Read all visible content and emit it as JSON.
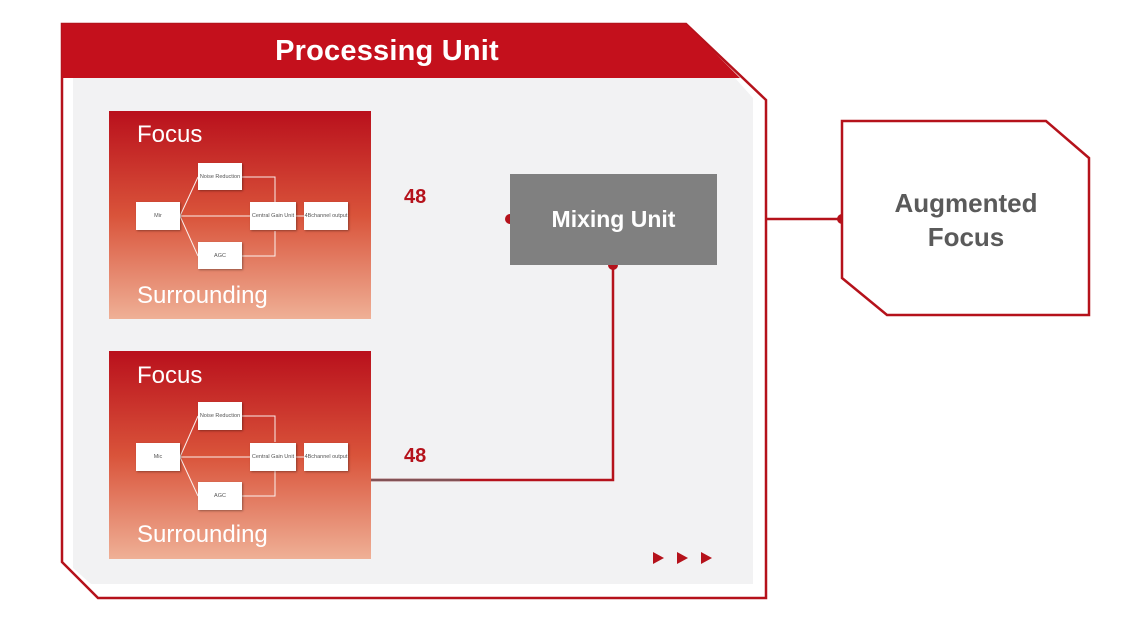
{
  "processing_unit": {
    "title": "Processing Unit"
  },
  "focus_blocks": [
    {
      "focus_label": "Focus",
      "surrounding_label": "Surrounding",
      "nodes": {
        "mic": "Mir",
        "noise": "Noise Reduction",
        "gain": "Central Gain Unit",
        "output": "4Bchannel output",
        "agc": "AGC"
      }
    },
    {
      "focus_label": "Focus",
      "surrounding_label": "Surrounding",
      "nodes": {
        "mic": "Mic",
        "noise": "Noise Reduction",
        "gain": "Central Gain Unit",
        "output": "4Bchannel output",
        "agc": "AGC"
      }
    }
  ],
  "channel_counts": [
    "48",
    "48"
  ],
  "mixing_unit": {
    "label": "Mixing Unit"
  },
  "output": {
    "label": "Augmented\nFocus"
  },
  "colors": {
    "brand_red": "#b5121b",
    "mix_gray": "#808080",
    "panel_gray": "#f2f2f3",
    "text_gray": "#5a5a5a"
  }
}
